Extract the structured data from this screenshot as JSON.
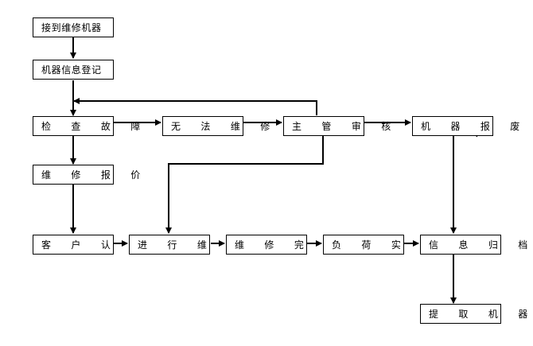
{
  "nodes": {
    "receive": "接到维修机器",
    "register": "机器信息登记",
    "inspect": "检 查 故 障",
    "unrepairable": "无 法 维 修",
    "supervisor": "主 管 审 核",
    "scrap": "机 器 报 废",
    "quote": "维 修 报 价",
    "approve": "客 户 认 可",
    "repair": "进 行 维 修",
    "complete": "维 修 完 成",
    "loadtest": "负 荷 实 验",
    "archive": "信 息 归 档",
    "pickup": "提 取 机 器"
  }
}
